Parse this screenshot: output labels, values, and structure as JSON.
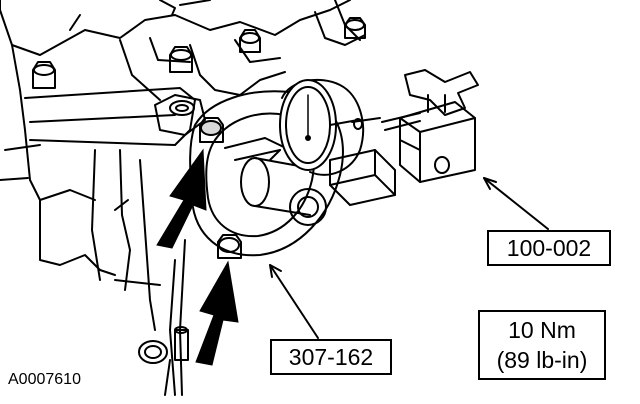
{
  "figure": {
    "id": "A0007610"
  },
  "callouts": {
    "tool_1": "100-002",
    "tool_2": "307-162",
    "torque_line1": "10 Nm",
    "torque_line2": "(89 lb-in)"
  }
}
